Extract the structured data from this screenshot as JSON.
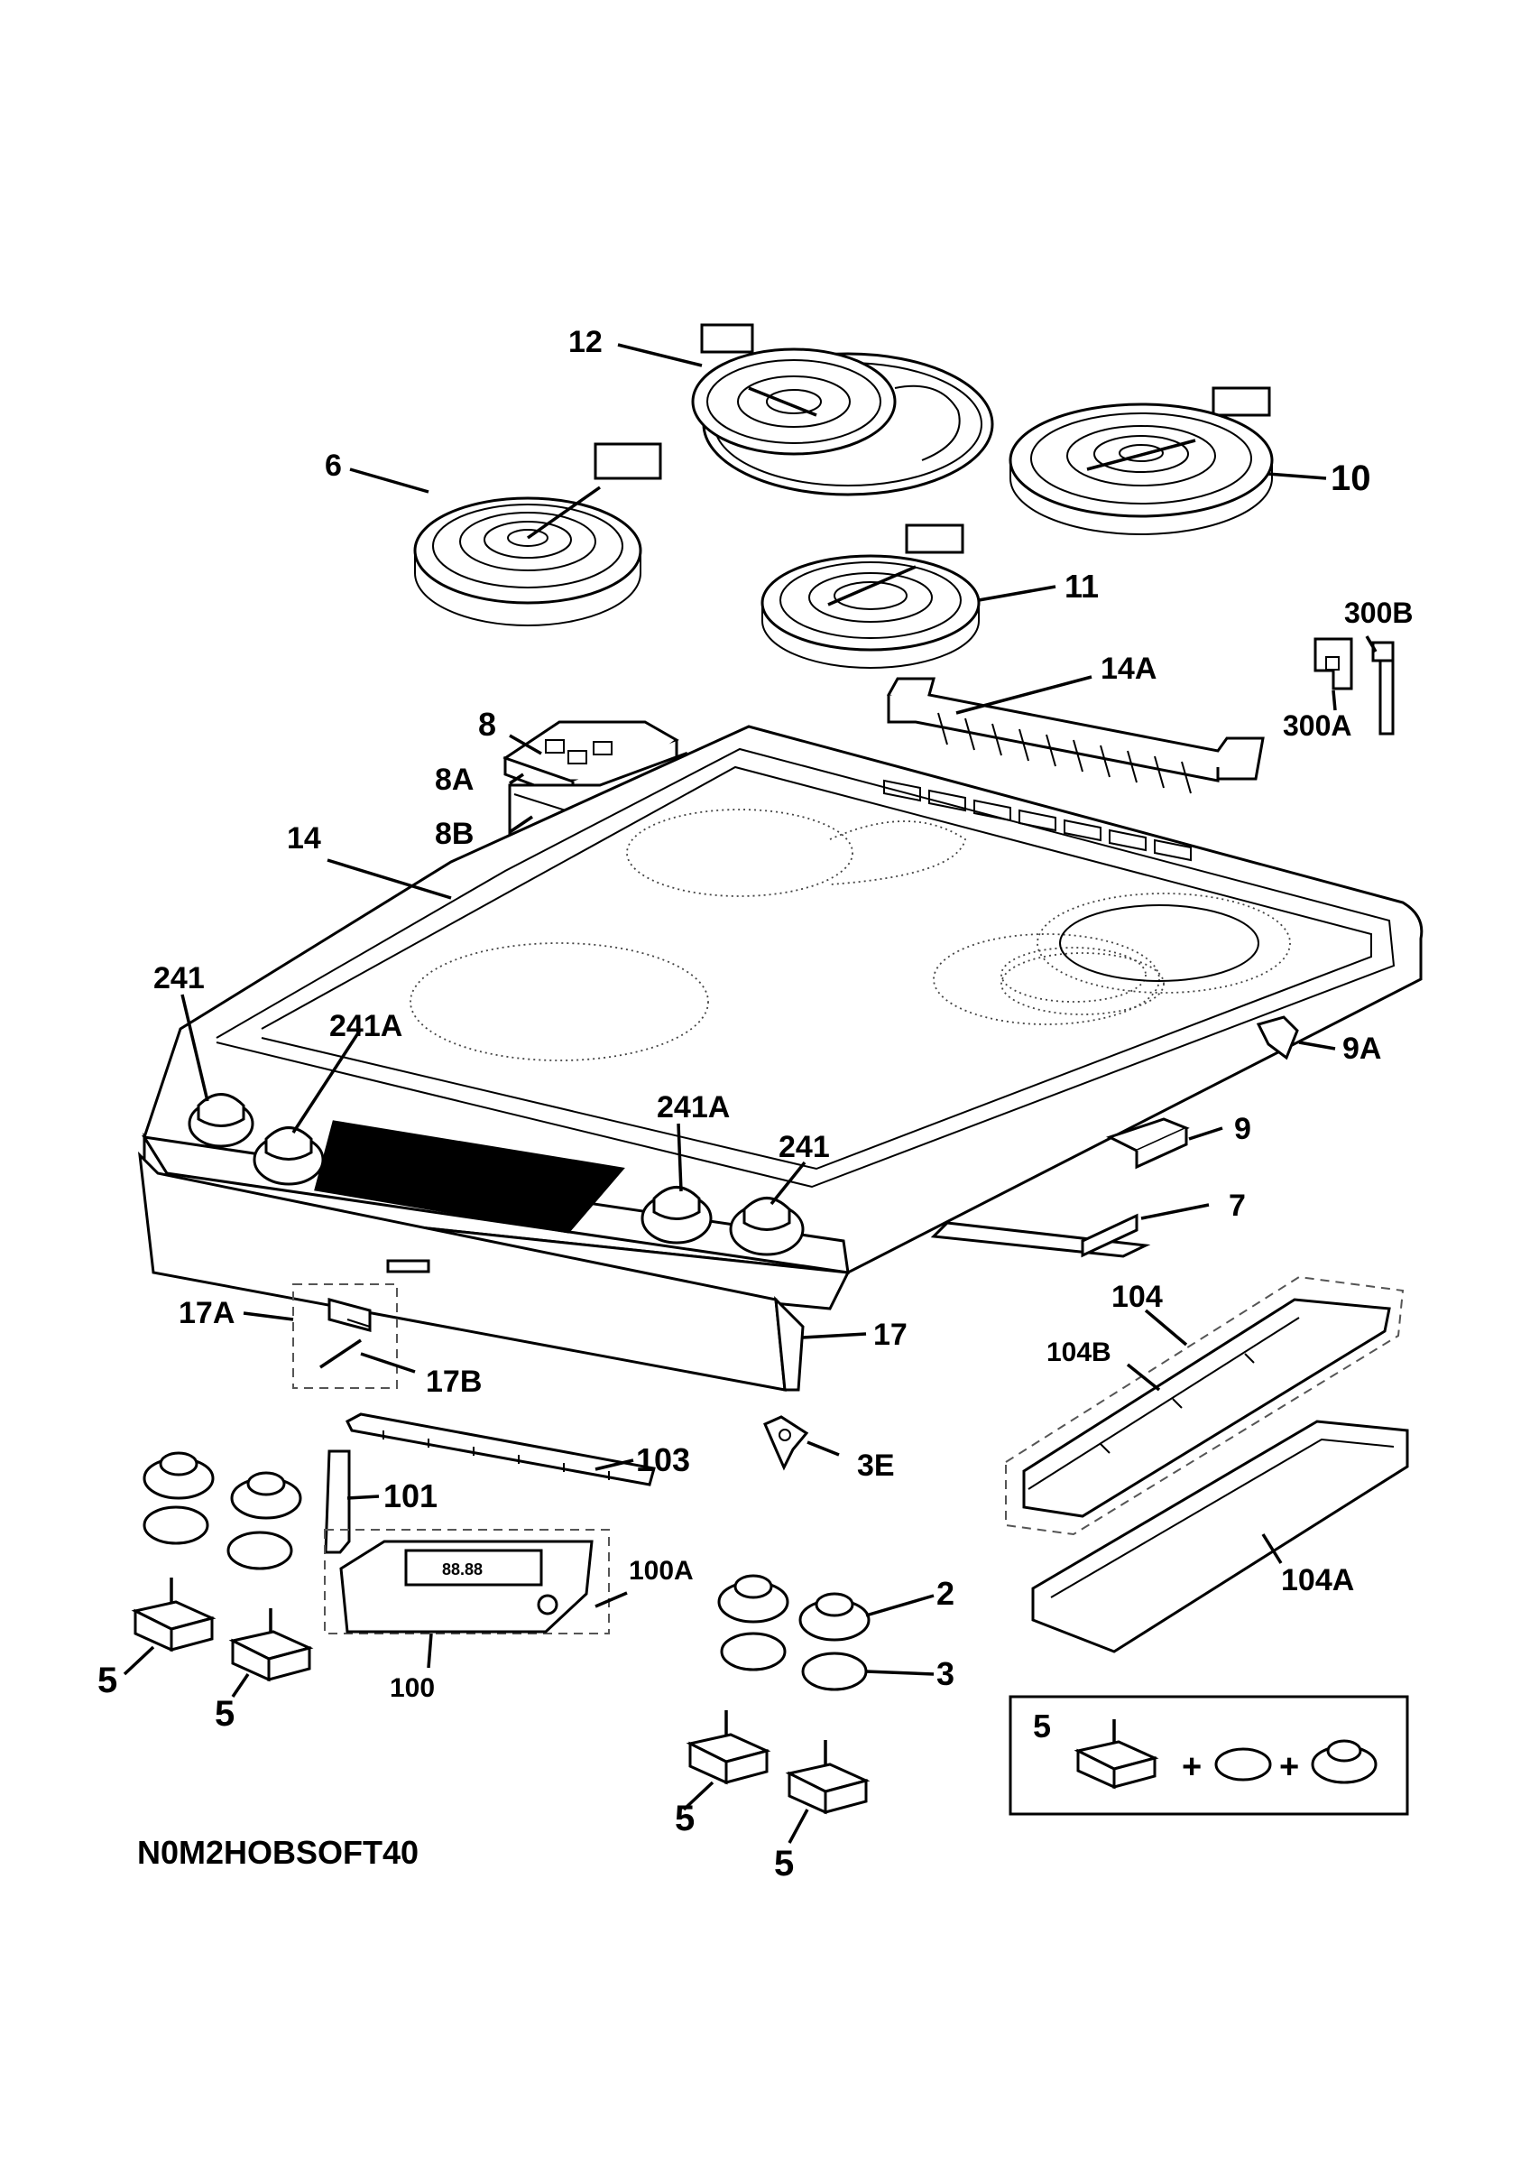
{
  "diagram_code": "N0M2HOBSOFT40",
  "callouts": {
    "c12": "12",
    "c6": "6",
    "c10": "10",
    "c11": "11",
    "c300B": "300B",
    "c300A": "300A",
    "c14A": "14A",
    "c8": "8",
    "c8A": "8A",
    "c8B": "8B",
    "c14": "14",
    "c241_left": "241",
    "c241A_left": "241A",
    "c241A_right": "241A",
    "c241_right": "241",
    "c9A": "9A",
    "c9": "9",
    "c7": "7",
    "c17A": "17A",
    "c17B": "17B",
    "c17": "17",
    "c104": "104",
    "c104B": "104B",
    "c104A": "104A",
    "c103": "103",
    "c101": "101",
    "c3E": "3E",
    "c100A": "100A",
    "c100": "100",
    "c2": "2",
    "c3": "3",
    "c5_a": "5",
    "c5_b": "5",
    "c5_c": "5",
    "c5_d": "5",
    "c5_kit": "5"
  },
  "display_readout": "88.88",
  "kit_plus_1": "+",
  "kit_plus_2": "+"
}
